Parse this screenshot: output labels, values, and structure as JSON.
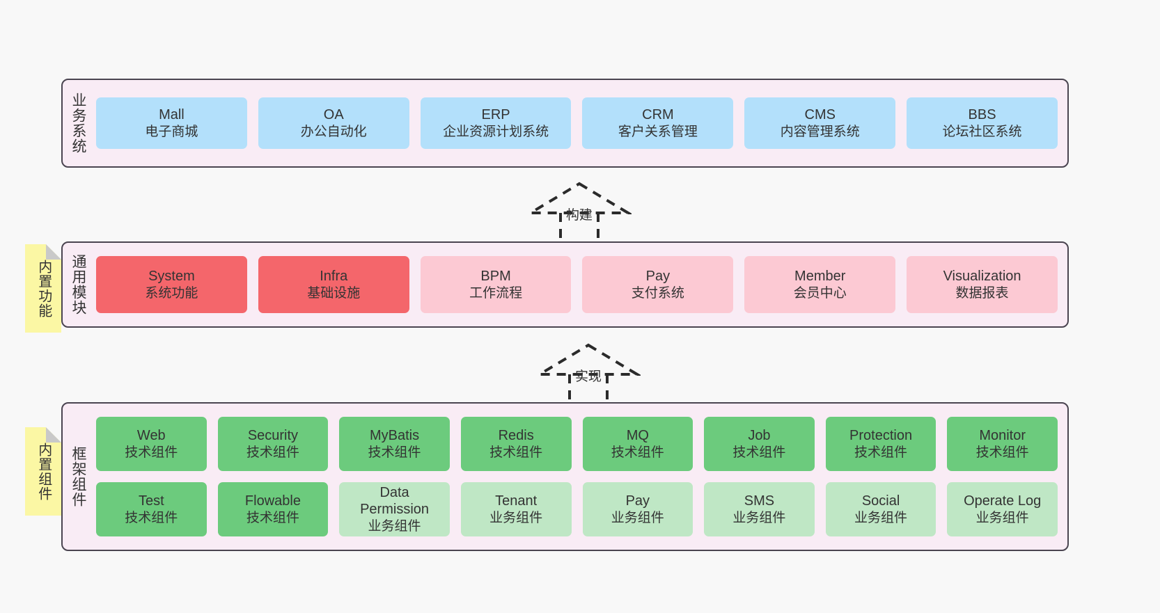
{
  "canvas": {
    "background": "#f8f8f8",
    "band_fill": "#f9ecf5",
    "band_border": "#4a4450",
    "sticky_fill": "#fbf7a4",
    "colors": {
      "blue": "#b3e0fb",
      "red": "#f4666b",
      "pink": "#fcc9d3",
      "green": "#6ccb7d",
      "green_light": "#bfe7c5"
    }
  },
  "layers": {
    "business": {
      "title": "业务系统",
      "nodes": [
        {
          "title": "Mall",
          "sub": "电子商城",
          "color": "blue"
        },
        {
          "title": "OA",
          "sub": "办公自动化",
          "color": "blue"
        },
        {
          "title": "ERP",
          "sub": "企业资源计划系统",
          "color": "blue"
        },
        {
          "title": "CRM",
          "sub": "客户关系管理",
          "color": "blue"
        },
        {
          "title": "CMS",
          "sub": "内容管理系统",
          "color": "blue"
        },
        {
          "title": "BBS",
          "sub": "论坛社区系统",
          "color": "blue"
        }
      ]
    },
    "modules": {
      "title": "通用模块",
      "sticky": "内置功能",
      "nodes": [
        {
          "title": "System",
          "sub": "系统功能",
          "color": "red"
        },
        {
          "title": "Infra",
          "sub": "基础设施",
          "color": "red"
        },
        {
          "title": "BPM",
          "sub": "工作流程",
          "color": "pink"
        },
        {
          "title": "Pay",
          "sub": "支付系统",
          "color": "pink"
        },
        {
          "title": "Member",
          "sub": "会员中心",
          "color": "pink"
        },
        {
          "title": "Visualization",
          "sub": "数据报表",
          "color": "pink"
        }
      ]
    },
    "framework": {
      "title": "框架组件",
      "sticky": "内置组件",
      "row1": [
        {
          "title": "Web",
          "sub": "技术组件",
          "color": "green"
        },
        {
          "title": "Security",
          "sub": "技术组件",
          "color": "green"
        },
        {
          "title": "MyBatis",
          "sub": "技术组件",
          "color": "green"
        },
        {
          "title": "Redis",
          "sub": "技术组件",
          "color": "green"
        },
        {
          "title": "MQ",
          "sub": "技术组件",
          "color": "green"
        },
        {
          "title": "Job",
          "sub": "技术组件",
          "color": "green"
        },
        {
          "title": "Protection",
          "sub": "技术组件",
          "color": "green"
        },
        {
          "title": "Monitor",
          "sub": "技术组件",
          "color": "green"
        }
      ],
      "row2": [
        {
          "title": "Test",
          "sub": "技术组件",
          "color": "green"
        },
        {
          "title": "Flowable",
          "sub": "技术组件",
          "color": "green"
        },
        {
          "title": "Data Permission",
          "sub": "业务组件",
          "color": "green_light"
        },
        {
          "title": "Tenant",
          "sub": "业务组件",
          "color": "green_light"
        },
        {
          "title": "Pay",
          "sub": "业务组件",
          "color": "green_light"
        },
        {
          "title": "SMS",
          "sub": "业务组件",
          "color": "green_light"
        },
        {
          "title": "Social",
          "sub": "业务组件",
          "color": "green_light"
        },
        {
          "title": "Operate Log",
          "sub": "业务组件",
          "color": "green_light"
        }
      ]
    }
  },
  "connectors": [
    {
      "label": "构建",
      "from": "modules",
      "to": "business"
    },
    {
      "label": "实现",
      "from": "framework",
      "to": "modules"
    }
  ]
}
